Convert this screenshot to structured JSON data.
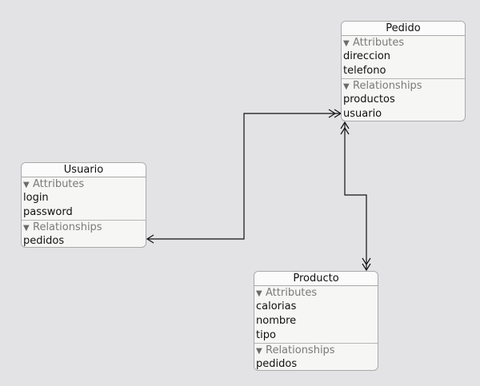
{
  "entities": {
    "usuario": {
      "title": "Usuario",
      "attributes_header": "Attributes",
      "attributes": [
        "login",
        "password"
      ],
      "relationships_header": "Relationships",
      "relationships": [
        "pedidos"
      ]
    },
    "pedido": {
      "title": "Pedido",
      "attributes_header": "Attributes",
      "attributes": [
        "direccion",
        "telefono"
      ],
      "relationships_header": "Relationships",
      "relationships": [
        "productos",
        "usuario"
      ]
    },
    "producto": {
      "title": "Producto",
      "attributes_header": "Attributes",
      "attributes": [
        "calorias",
        "nombre",
        "tipo"
      ],
      "relationships_header": "Relationships",
      "relationships": [
        "pedidos"
      ]
    }
  },
  "links": [
    {
      "from": "Usuario.pedidos",
      "to": "Pedido.usuario",
      "from_end": "single",
      "to_end": "many"
    },
    {
      "from": "Pedido.productos",
      "to": "Producto.pedidos",
      "from_end": "many",
      "to_end": "many"
    }
  ],
  "colors": {
    "background": "#e3e3e6",
    "entity_fill": "#f6f6f5",
    "entity_border": "#a9a9a9",
    "line": "#111111",
    "section_text": "#7a7a7a"
  },
  "icons": {
    "section_toggle": "disclosure-triangle-down-icon"
  }
}
